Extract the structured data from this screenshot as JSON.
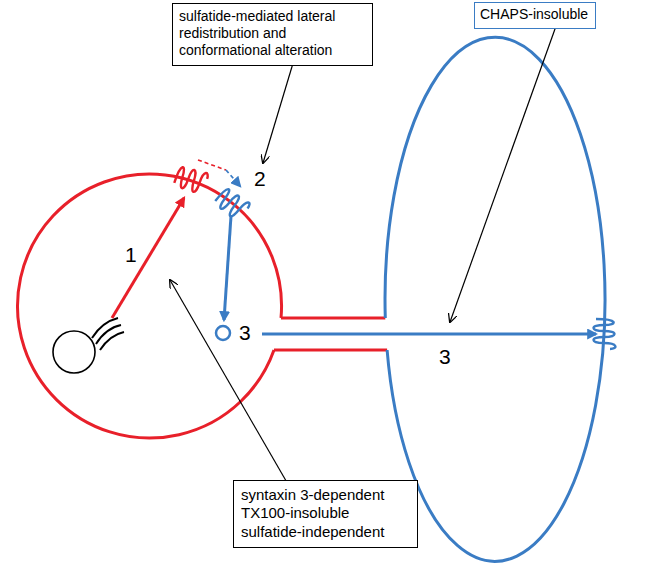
{
  "diagram": {
    "nodes": [
      {
        "text": [
          "sulfatide-mediated lateral redistribution and conformational alteration"
        ]
      },
      {
        "text": [
          "CHAPS-insoluble"
        ]
      },
      {
        "text": [
          "syntaxin 3-dependent TX100-insoluble sulfatide-independent"
        ]
      }
    ],
    "edges": [],
    "labels": [
      "1",
      "2",
      "3",
      "3"
    ]
  }
}
